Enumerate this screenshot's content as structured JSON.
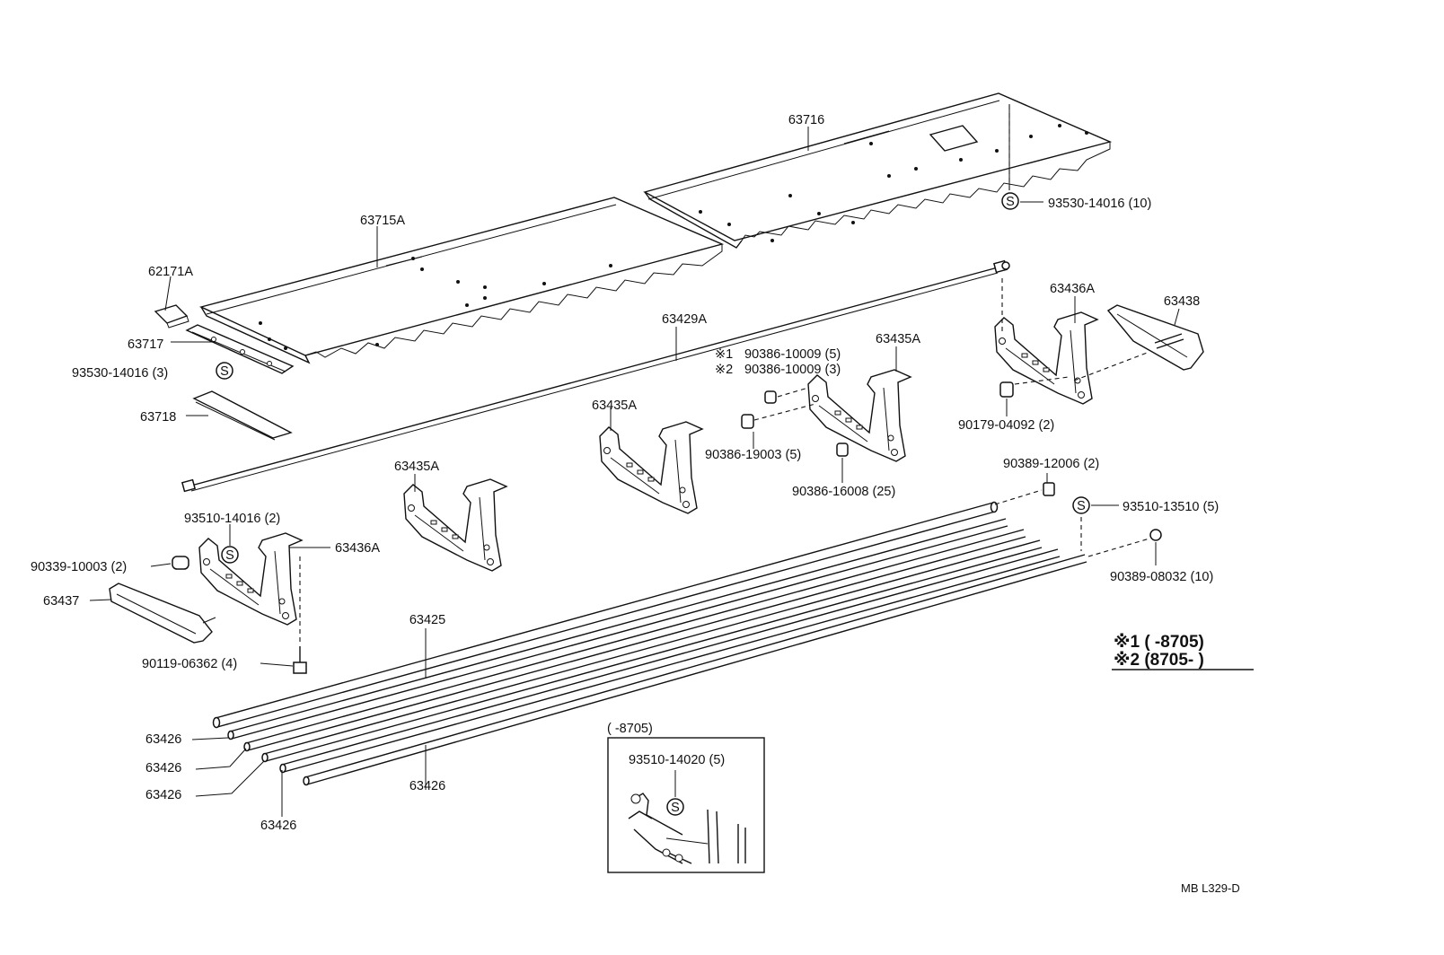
{
  "parts": {
    "p63716": "63716",
    "p63715A": "63715A",
    "p62171A": "62171A",
    "p63717": "63717",
    "p63718": "63718",
    "p63429A": "63429A",
    "p63436A_right": "63436A",
    "p63438": "63438",
    "p63435A_a": "63435A",
    "p63435A_b": "63435A",
    "p63435A_c": "63435A",
    "p63436A_left": "63436A",
    "p63437": "63437",
    "p63425": "63425",
    "p63426_a": "63426",
    "p63426_b": "63426",
    "p63426_c": "63426",
    "p63426_d": "63426",
    "p63426_e": "63426"
  },
  "fasteners": {
    "f93530_top": "93530-14016 (10)",
    "f93530_left": "93530-14016 (3)",
    "f90386_10009_a": "90386-10009 (5)",
    "f90386_10009_b": "90386-10009 (3)",
    "f90179": "90179-04092 (2)",
    "f90386_19003": "90386-19003 (5)",
    "f90386_16008": "90386-16008 (25)",
    "f90389_12006": "90389-12006 (2)",
    "f93510_13510": "93510-13510 (5)",
    "f90389_08032": "90389-08032 (10)",
    "f93510_14016": "93510-14016 (2)",
    "f90339": "90339-10003 (2)",
    "f90119": "90119-06362 (4)",
    "f93510_14020": "93510-14020 (5)"
  },
  "symbols": {
    "s_mark": "S",
    "mark1": "※1",
    "mark2": "※2"
  },
  "legend": {
    "line1": "※1 (      -8705)",
    "line2": "※2 (8705-        )"
  },
  "inset": {
    "range": "(      -8705)"
  },
  "ref_code": "MB L329-D"
}
